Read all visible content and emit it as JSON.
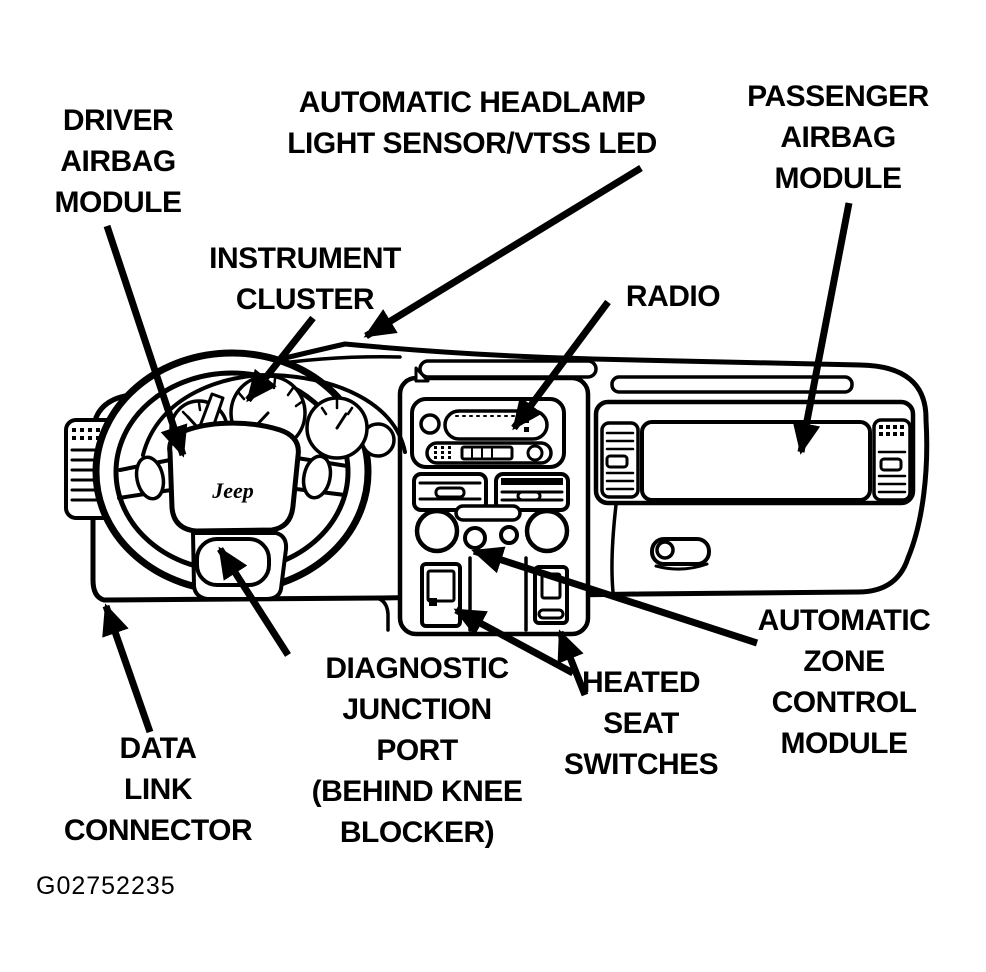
{
  "figure": {
    "id": "G02752235",
    "wheel_logo": "Jeep"
  },
  "labels": {
    "driver_airbag": "DRIVER\nAIRBAG\nMODULE",
    "headlamp_sensor": "AUTOMATIC HEADLAMP\nLIGHT SENSOR/VTSS LED",
    "passenger_airbag": "PASSENGER\nAIRBAG\nMODULE",
    "instrument_cluster": "INSTRUMENT\nCLUSTER",
    "radio": "RADIO",
    "heated_seat_switches": "HEATED\nSEAT\nSWITCHES",
    "automatic_zone_control": "AUTOMATIC\nZONE\nCONTROL\nMODULE",
    "diagnostic_junction_port": "DIAGNOSTIC\nJUNCTION\nPORT\n(BEHIND KNEE\nBLOCKER)",
    "data_link_connector": "DATA\nLINK\nCONNECTOR"
  },
  "colors": {
    "ink": "#000000",
    "background": "#ffffff"
  }
}
